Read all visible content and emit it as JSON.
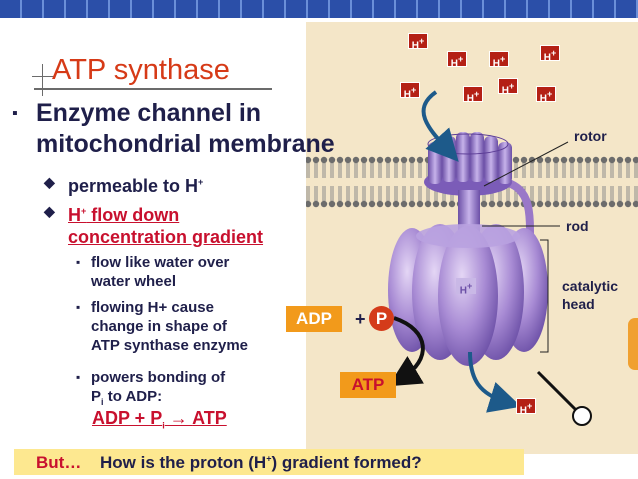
{
  "slide": {
    "title": "ATP synthase",
    "bullet1_line1": "Enzyme channel in",
    "bullet1_line2": "mitochondrial membrane",
    "sub1": "permeable to H",
    "sub1_sup": "+",
    "sub2_a": "H",
    "sub2_sup": "+",
    "sub2_b": " flow down",
    "sub2_line2": "concentration gradient",
    "sub3a_l1": "flow like water over",
    "sub3a_l2": "water wheel",
    "sub3b_l1": "flowing H+ cause",
    "sub3b_l2": "change in shape of",
    "sub3b_l3": "ATP synthase enzyme",
    "sub3c_l1": "powers bonding of",
    "sub3c_l2a": "P",
    "sub3c_l2sub": "i",
    "sub3c_l2b": " to ADP:",
    "equation_a": "ADP + P",
    "equation_sub": "i",
    "equation_arrow": " → ",
    "equation_b": "ATP",
    "footer_a": "But…",
    "footer_b1": "How is the proton (H",
    "footer_sup": "+",
    "footer_b2": ") gradient formed?"
  },
  "diagram": {
    "labels": {
      "rotor": "rotor",
      "rod": "rod",
      "catalytic": "catalytic",
      "head": "head"
    },
    "proton": "H",
    "proton_sup": "+",
    "adp": "ADP",
    "plus": "+",
    "p": "P",
    "atp": "ATP"
  },
  "icons": {
    "square_bullet": "▪",
    "diamond_bullet": "◆"
  },
  "colors": {
    "title": "#d63a17",
    "text": "#1f1f4a",
    "highlight": "#c8102e",
    "membrane_bg": "#f4e6c8",
    "enzyme": "#9a78c8",
    "footer_bg": "#fde890",
    "proton": "#b42015",
    "adp_box": "#f29a1b"
  }
}
